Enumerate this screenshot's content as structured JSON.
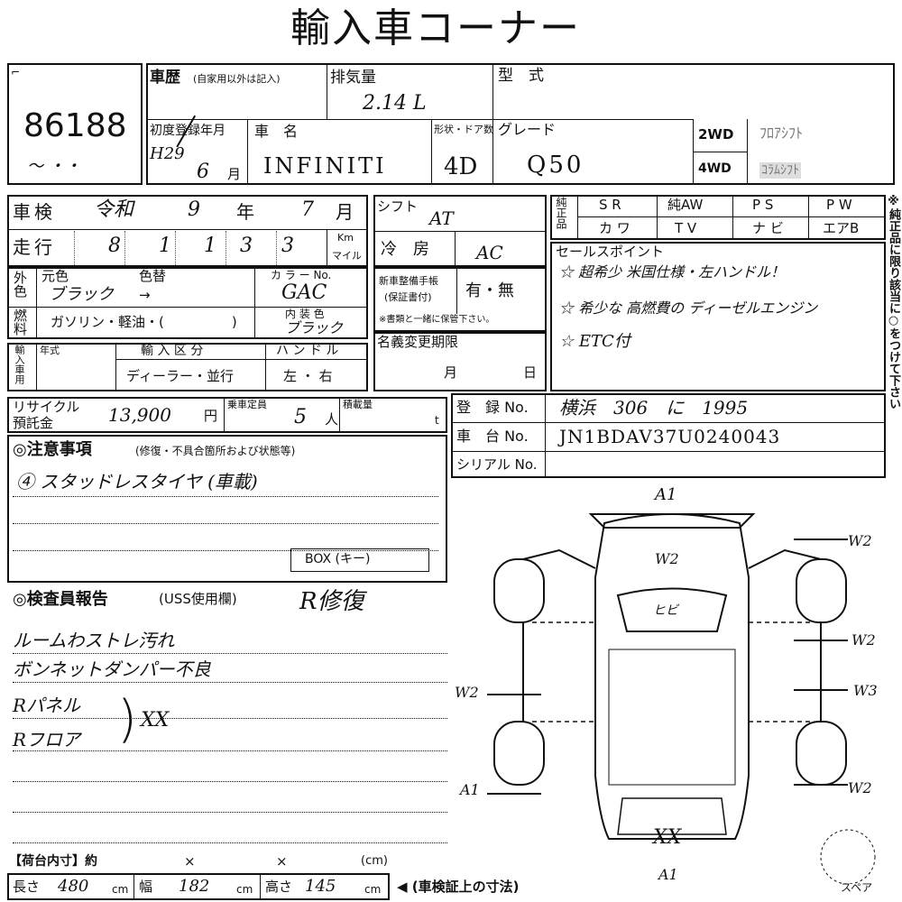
{
  "title": "輸入車コーナー",
  "lot_number": "86188",
  "lot_mark": "〜 ・・",
  "history": {
    "label": "車歴",
    "note": "(自家用以外は記入)"
  },
  "displacement": {
    "label": "排気量",
    "value": "2.14 L"
  },
  "model_code": {
    "label": "型　式"
  },
  "first_reg": {
    "label": "初度登録年月",
    "era": "H29",
    "month": "6",
    "month_unit": "月"
  },
  "car_name": {
    "label": "車　名",
    "value": "INFINITI"
  },
  "body_doors": {
    "label": "形状・ドア数",
    "value": "4D"
  },
  "grade": {
    "label": "グレード",
    "value": "Q50"
  },
  "drive": {
    "top": "2WD",
    "bottom": "4WD",
    "stamp_top": "ﾌﾛｱｼﾌﾄ",
    "stamp_bottom": "ｺﾗﾑｼﾌﾄ"
  },
  "inspection": {
    "label": "車検",
    "era": "令和",
    "year": "9",
    "year_unit": "年",
    "month": "7",
    "month_unit": "月"
  },
  "mileage": {
    "label": "走行",
    "digits": [
      "8",
      "1",
      "1",
      "3",
      "3"
    ],
    "unit_km": "Km",
    "unit_mile": "マイル"
  },
  "shift": {
    "label": "シフト",
    "value": "AT"
  },
  "ac": {
    "label": "冷　房",
    "value": "AC"
  },
  "equipment": {
    "side_label": "純正品",
    "row1": [
      "S R",
      "純AW",
      "P S",
      "P W"
    ],
    "row2": [
      "カ ワ",
      "T V",
      "ナ ビ",
      "エアB"
    ]
  },
  "exterior_color": {
    "side": "外色",
    "orig_label": "元色",
    "repaint_label": "色替",
    "orig_value": "ブラック",
    "arrow": "→"
  },
  "color_code": {
    "label": "カ ラ ー No.",
    "value": "GAC"
  },
  "fuel": {
    "side": "燃料",
    "text": "ガソリン・軽油・(　　　　　)"
  },
  "interior_color": {
    "label": "内 装 色",
    "value": "ブラック"
  },
  "service_book": {
    "label1": "新車整備手帳",
    "label2": "(保証書付)",
    "value": "有・無",
    "note": "※書類と一緒に保管下さい。"
  },
  "sales_points": {
    "label": "セールスポイント",
    "items": [
      "☆ 超希少 米国仕様・左ハンドル！",
      "☆ 希少な 高燃費の ディーゼルエンジン",
      "☆ ETC付"
    ]
  },
  "import": {
    "side": "輸入車用",
    "year_label": "年式",
    "category_label": "輸 入 区 分",
    "category_value": "ディーラー・並行",
    "handle_label": "ハ ン ド ル",
    "handle_value": "左 ・ 右"
  },
  "name_change": {
    "label": "名義変更期限",
    "month": "月",
    "day": "日"
  },
  "recycle": {
    "label1": "リサイクル",
    "label2": "預託金",
    "value": "13,900",
    "unit": "円"
  },
  "capacity": {
    "label": "乗車定員",
    "value": "5",
    "unit": "人"
  },
  "load": {
    "label": "積載量",
    "unit": "t"
  },
  "registration": {
    "label": "登　録 No.",
    "value": "横浜　306　に　1995"
  },
  "chassis": {
    "label": "車　台 No.",
    "value": "JN1BDAV37U0240043"
  },
  "serial": {
    "label": "シリアル No."
  },
  "notes": {
    "label": "◎注意事項",
    "sub": "(修復・不具合箇所および状態等)",
    "line1": "④ スタッドレスタイヤ (車載)",
    "box_label": "BOX (キー)"
  },
  "inspector": {
    "label": "◎検査員報告",
    "sub": "(USS使用欄)",
    "stamp": "R修復",
    "lines": [
      "ルームわストレ汚れ",
      "ボンネットダンパー不良",
      "Rパネル",
      "Rフロア"
    ],
    "bracket_mark": "XX"
  },
  "diagram_marks": {
    "front": "A1",
    "hood": "W2",
    "windshield": "ヒビ",
    "left": "W2",
    "right1": "W2",
    "right2": "W2",
    "right3": "W3",
    "right4": "W2",
    "rear_left": "A1",
    "rear_bumper": "XX",
    "rear": "A1"
  },
  "cargo": {
    "label": "【荷台内寸】約",
    "x1": "×",
    "x2": "×",
    "unit": "(cm)"
  },
  "dimensions": {
    "length_label": "長さ",
    "length": "480",
    "width_label": "幅",
    "width": "182",
    "height_label": "高さ",
    "height": "145",
    "unit": "cm",
    "note": "◀ (車検証上の寸法)"
  },
  "spare": "スペア",
  "side_note": "※純正品に限り該当に○をつけて下さい"
}
